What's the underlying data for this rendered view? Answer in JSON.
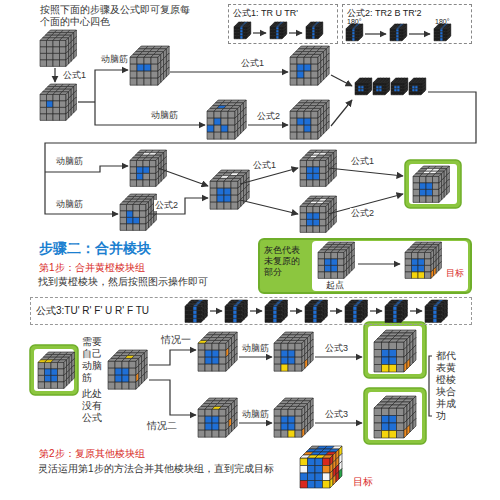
{
  "diagram": {
    "nodes": [
      {
        "text": [
          "公式1: TR U TR'"
        ]
      },
      {
        "text": [
          "公式2: TR2 B TR'2",
          "180°",
          "180°"
        ]
      },
      {
        "text": [
          "灰色代表未复原的部分",
          "起点",
          "目标"
        ]
      },
      {
        "text": [
          "公式3:TU' R' F' U R' F TU"
        ]
      }
    ],
    "labels": [
      "按照下面的步骤及公式即可复原每个面的中心四色",
      "公式1",
      "动脑筋",
      "动脑筋",
      "公式1",
      "公式2",
      "动脑筋",
      "动脑筋",
      "公式2",
      "公式1",
      "公式1",
      "公式2",
      "步骤二：合并棱块",
      "第1步：合并黄橙棱块组",
      "找到黄橙棱块，然后按照图示操作即可",
      "需要自己动脑筋",
      "此处没有公式",
      "情况一",
      "动脑筋",
      "公式3",
      "情况二",
      "动脑筋",
      "公式3",
      "都代表黄橙棱块合并成功",
      "第2步：复原其他棱块组",
      "灵活运用第1步的方法合并其他棱块组，直到完成目标",
      "目标"
    ]
  }
}
